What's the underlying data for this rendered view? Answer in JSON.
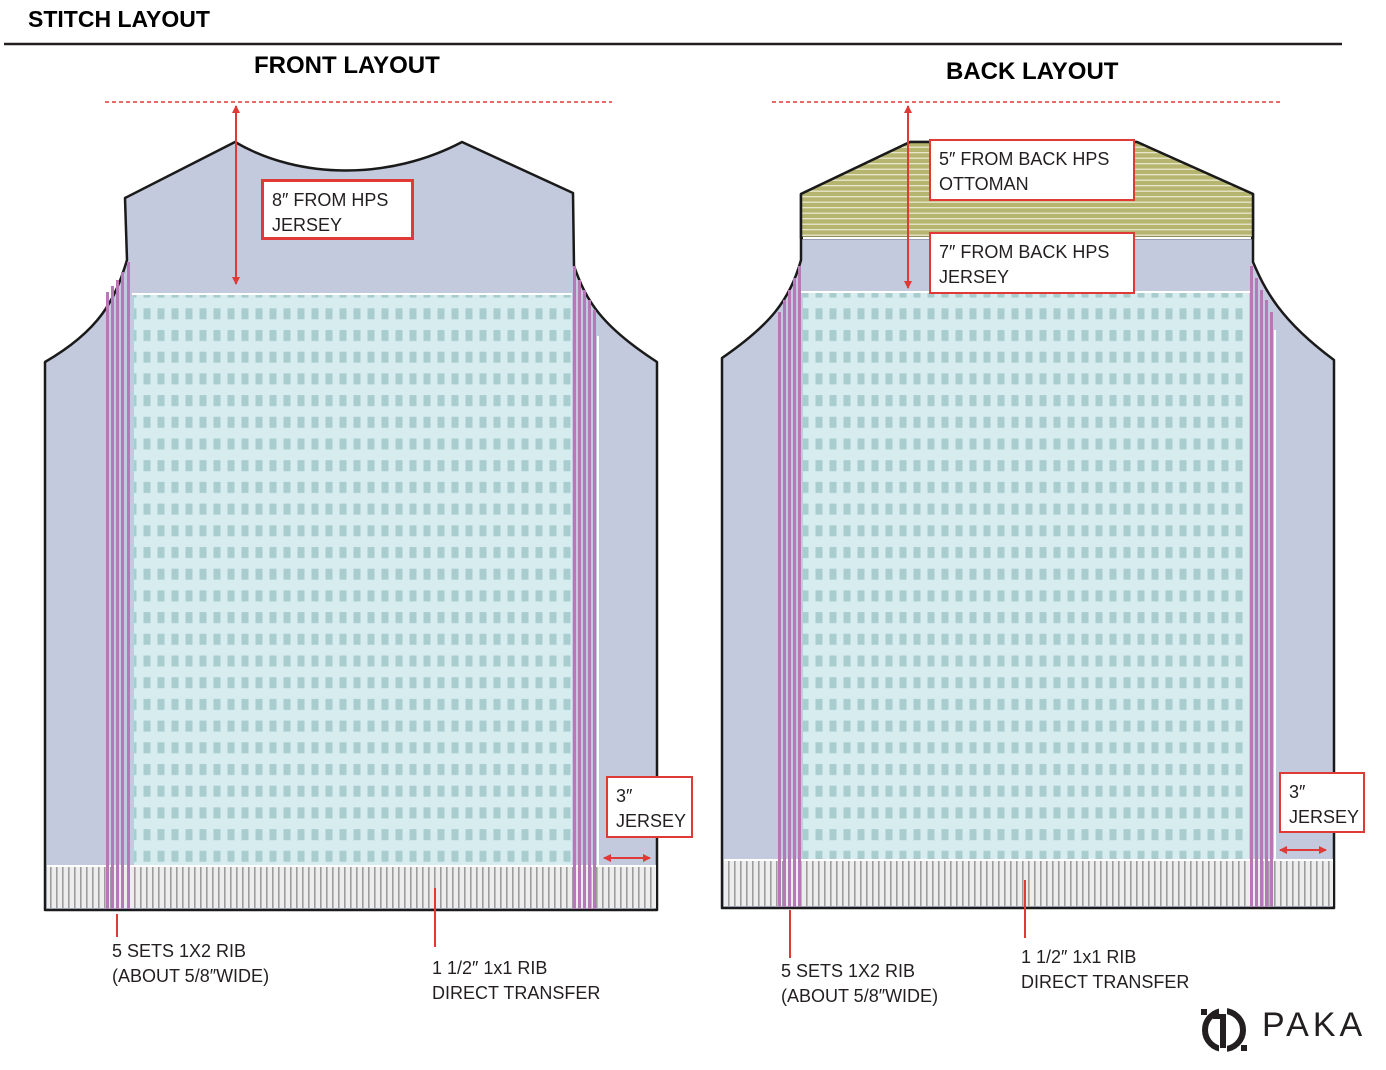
{
  "sheet": {
    "title": "STITCH LAYOUT"
  },
  "front": {
    "title": "FRONT LAYOUT",
    "hps_note": {
      "line1": "8″ FROM HPS",
      "line2": "JERSEY"
    },
    "side_note": {
      "line1": "3″",
      "line2": "JERSEY"
    },
    "rib_note": {
      "line1": "5 SETS 1X2 RIB",
      "line2": "(ABOUT 5/8″WIDE)"
    },
    "hem_note": {
      "line1": "1 1/2″ 1x1 RIB",
      "line2": "DIRECT TRANSFER"
    }
  },
  "back": {
    "title": "BACK LAYOUT",
    "ottoman_note": {
      "line1": "5″ FROM BACK HPS",
      "line2": "OTTOMAN"
    },
    "jersey_note": {
      "line1": "7″ FROM  BACK HPS",
      "line2": "JERSEY"
    },
    "side_note": {
      "line1": "3″",
      "line2": "JERSEY"
    },
    "rib_note": {
      "line1": "5 SETS 1X2 RIB",
      "line2": "(ABOUT 5/8″WIDE)"
    },
    "hem_note": {
      "line1": "1 1/2″ 1x1 RIB",
      "line2": "DIRECT TRANSFER"
    }
  },
  "brand": {
    "name": "PAKA",
    "icon": "paka-logo-icon"
  },
  "colors": {
    "jersey": "#c3cade",
    "body_knit": "#d6ecef",
    "knit_dots": "#a9cccf",
    "rib_stripe": "#b479b6",
    "ottoman": "#b5b570",
    "annotation": "#e03a36",
    "hem_rib": "#d9d9d9"
  }
}
